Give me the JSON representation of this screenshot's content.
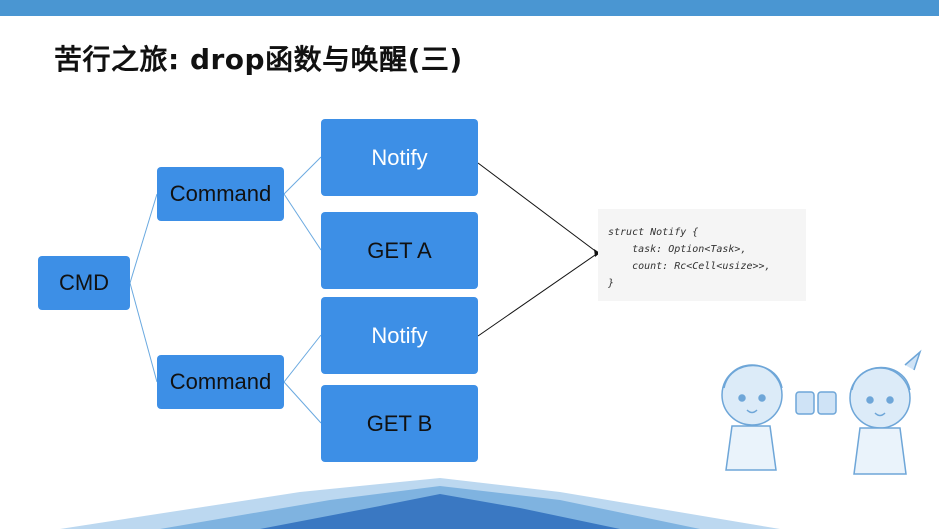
{
  "slide": {
    "title": "苦行之旅: drop函数与唤醒(三)"
  },
  "tree": {
    "root": "CMD",
    "commands": [
      {
        "label": "Command",
        "children": [
          "Notify",
          "GET A"
        ]
      },
      {
        "label": "Command",
        "children": [
          "Notify",
          "GET B"
        ]
      }
    ]
  },
  "code": {
    "lines": [
      "struct Notify {",
      "    task: Option<Task>,",
      "    count: Rc<Cell<usize>>,",
      "}"
    ]
  },
  "colors": {
    "topbar": "#4a96d2",
    "node": "#3d8fe6",
    "connector": "#6aa9e0",
    "arrow": "#111111",
    "code_bg": "#f5f5f5"
  }
}
